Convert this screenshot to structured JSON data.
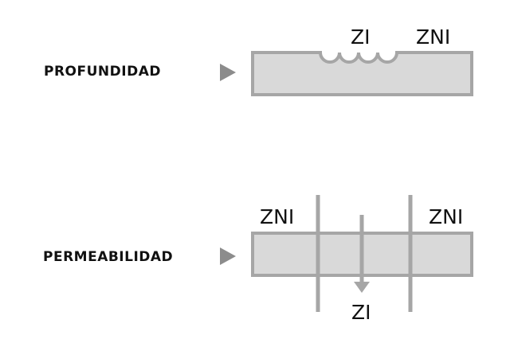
{
  "rows": [
    {
      "label": "PROFUNDIDAD",
      "zones": [
        "ZI",
        "ZNI"
      ]
    },
    {
      "label": "PERMEABILIDAD",
      "zones": [
        "ZNI",
        "ZNI",
        "ZI"
      ]
    }
  ],
  "colors": {
    "slab_fill": "#d9d9d9",
    "slab_stroke": "#a6a6a6",
    "arrow": "#8c8c8c",
    "text": "#111111"
  },
  "icons": {
    "pointer": "triangle-right-icon",
    "flow": "arrow-down-icon"
  }
}
